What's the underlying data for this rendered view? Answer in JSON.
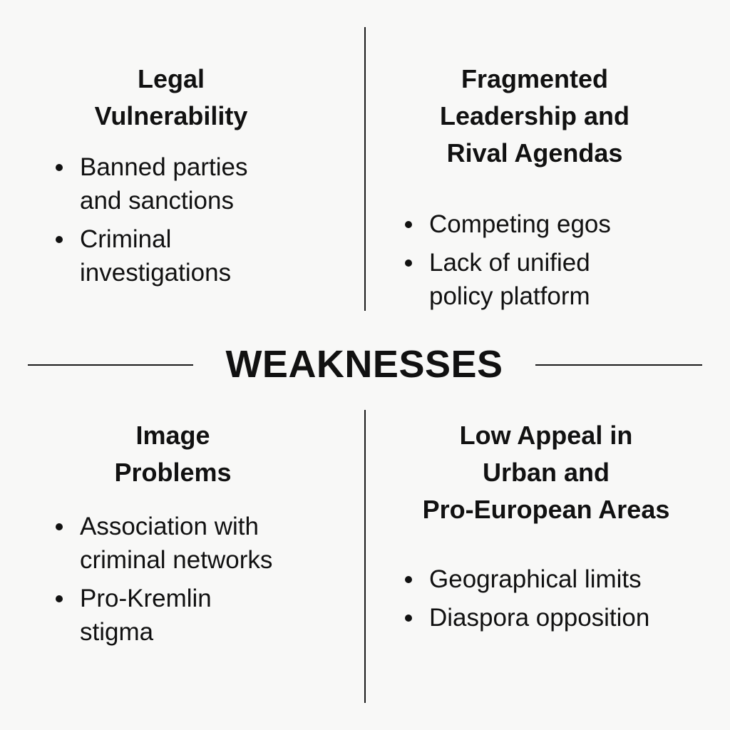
{
  "title": "WEAKNESSES",
  "quadrants": [
    {
      "heading": [
        "Legal",
        "Vulnerability"
      ],
      "bullets": [
        [
          "Banned parties",
          "and sanctions"
        ],
        [
          "Criminal",
          "investigations"
        ]
      ]
    },
    {
      "heading": [
        "Fragmented",
        "Leadership and",
        "Rival Agendas"
      ],
      "bullets": [
        [
          "Competing egos"
        ],
        [
          "Lack of unified",
          "policy platform"
        ]
      ]
    },
    {
      "heading": [
        "Image",
        "Problems"
      ],
      "bullets": [
        [
          "Association with",
          "criminal networks"
        ],
        [
          "Pro-Kremlin",
          "stigma"
        ]
      ]
    },
    {
      "heading": [
        "Low Appeal in",
        "Urban and",
        "Pro-European Areas"
      ],
      "bullets": [
        [
          "Geographical limits"
        ],
        [
          "Diaspora opposition"
        ]
      ]
    }
  ]
}
